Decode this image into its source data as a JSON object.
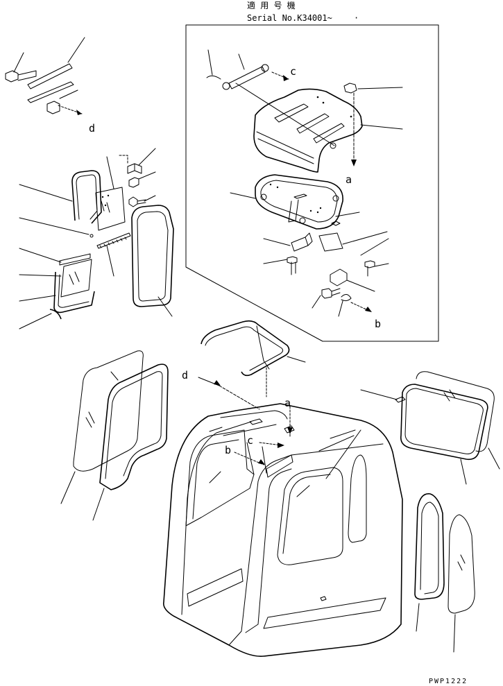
{
  "header": {
    "applicable_model_label": "適 用 号 機",
    "serial_label": "Serial No.K34001~"
  },
  "callouts": {
    "a_top": "a",
    "a_bottom": "a",
    "b_top": "b",
    "b_bottom": "b",
    "c_top": "c",
    "c_bottom": "c",
    "d_top": "d",
    "d_bottom": "d"
  },
  "footer": {
    "drawing_number": "PWP1222"
  }
}
